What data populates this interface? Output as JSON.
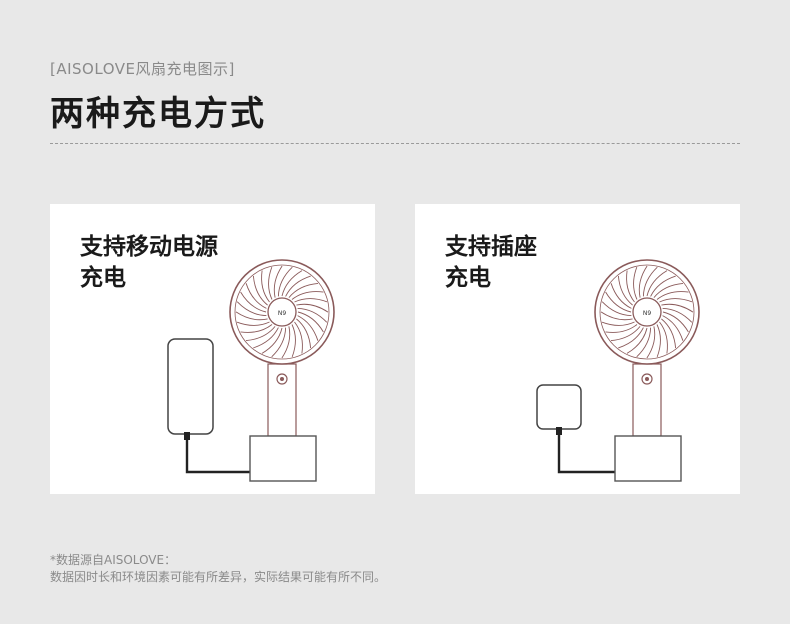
{
  "header": {
    "subtitle": "[AISOLOVE风扇充电图示]",
    "title": "两种充电方式"
  },
  "cards": [
    {
      "title_line1": "支持移动电源",
      "title_line2": "充电",
      "fan_logo": "N9"
    },
    {
      "title_line1": "支持插座",
      "title_line2": "充电",
      "fan_logo": "N9"
    }
  ],
  "footnote": {
    "line1": "*数据源自AISOLOVE：",
    "line2": "数据因时长和环境因素可能有所差异，实际结果可能有所不同。"
  },
  "colors": {
    "background": "#e8e8e8",
    "card": "#ffffff",
    "fan_outline": "#8a5a5a"
  },
  "icons": [
    "fan-illustration",
    "power-bank-illustration",
    "wall-plug-illustration",
    "usb-cable-illustration"
  ]
}
